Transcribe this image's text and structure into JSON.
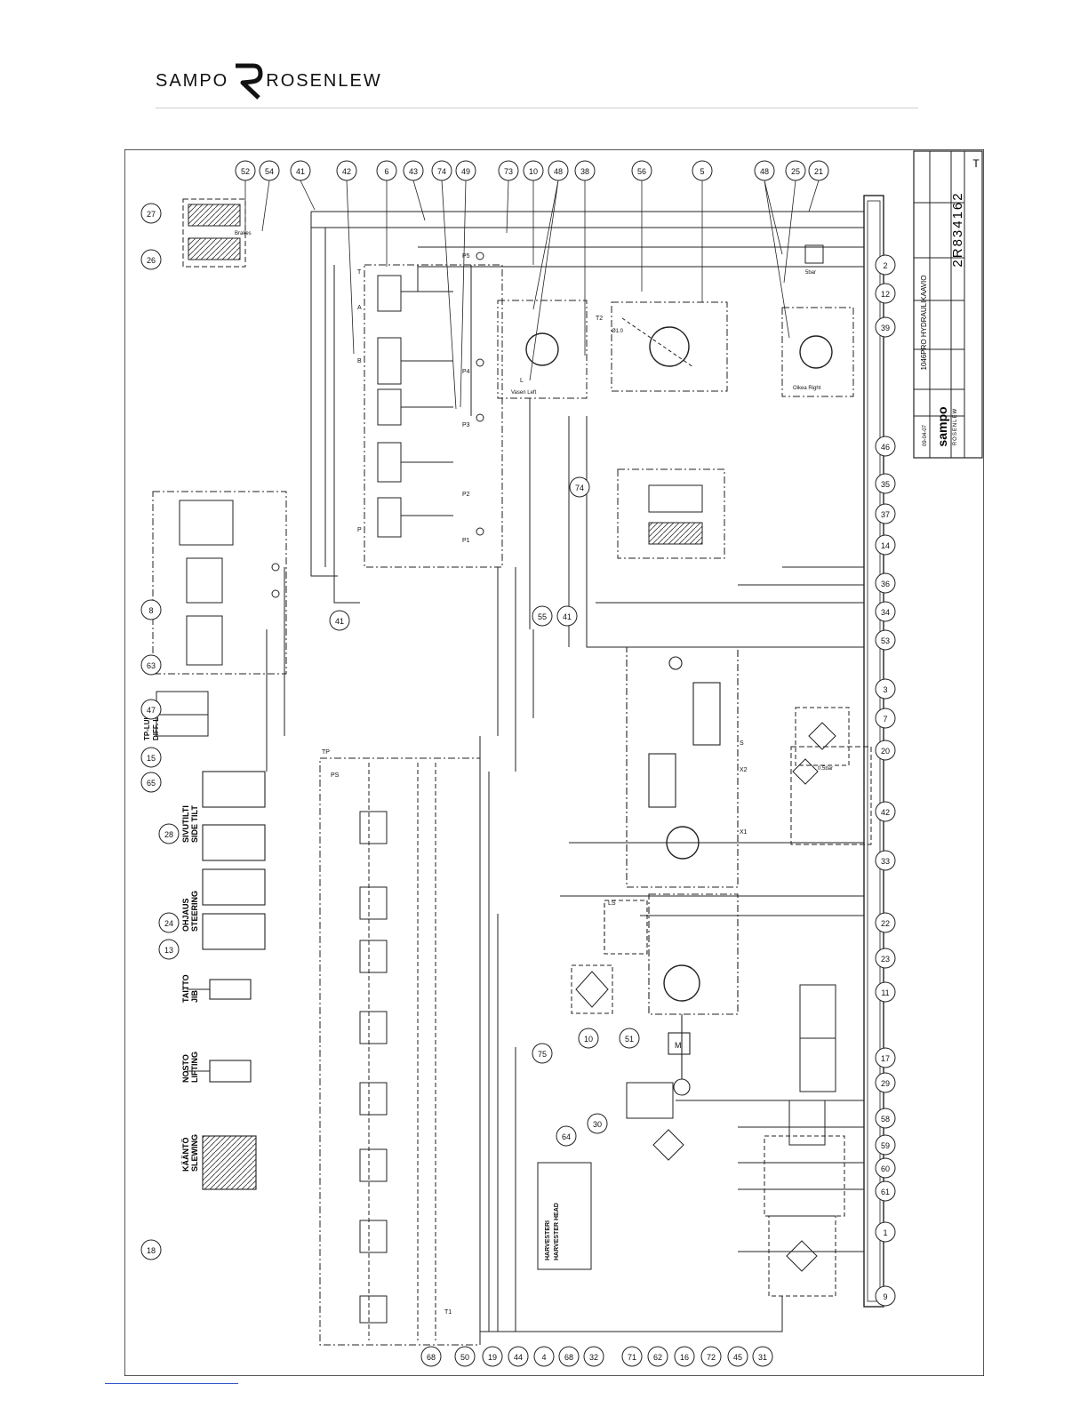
{
  "header": {
    "brand_left": "SAMPO",
    "brand_right": "ROSENLEW"
  },
  "title_block": {
    "drawing_number": "2R834162",
    "drawing_title": "1046PRO HYDRAULIKAAVIO",
    "sheet": "T",
    "company": "sampo",
    "company_sub": "ROSENLEW",
    "date": "09-04-07"
  },
  "components": {
    "cyl_27_label": "Brakes",
    "tp_lukko": "TP-LUKKO",
    "diff_lock": "DIFF. LOCK",
    "sivutilt": "SIVUTILTI",
    "side_tilt": "SIDE TILT",
    "ohjaus": "OHJAUS",
    "steering": "STEERING",
    "taitto": "TAITTO",
    "jib": "JIB",
    "nosto": "NOSTO",
    "lifting": "LIFTING",
    "kaanto": "KÄÄNTÖ",
    "slewing": "SLEWING",
    "harvester_fi": "HARVESTERI",
    "harvester_en": "HARVESTER HEAD",
    "motor_left": "Vasen Left",
    "motor_right": "Oikea Right",
    "pump_m": "M",
    "bar_5": "5bar",
    "bar_05": "0.5bar",
    "orifice": "Ø1.0"
  },
  "callouts": {
    "top": [
      "52",
      "54",
      "41",
      "42",
      "6",
      "43",
      "74",
      "49",
      "73",
      "10",
      "48",
      "38",
      "56",
      "5",
      "48",
      "25",
      "21"
    ],
    "left": [
      "27",
      "26",
      "8",
      "63",
      "47",
      "15",
      "65",
      "28",
      "24",
      "13",
      "18"
    ],
    "middle": [
      "41",
      "55",
      "41",
      "74",
      "10",
      "51",
      "75",
      "64",
      "30"
    ],
    "right": [
      "2",
      "12",
      "39",
      "46",
      "35",
      "37",
      "14",
      "36",
      "34",
      "53",
      "3",
      "7",
      "20",
      "42",
      "33",
      "22",
      "23",
      "11",
      "17",
      "29",
      "58",
      "59",
      "60",
      "61",
      "1",
      "9"
    ],
    "bottom": [
      "68",
      "50",
      "19",
      "44",
      "4",
      "68",
      "32",
      "71",
      "62",
      "16",
      "72",
      "45",
      "31"
    ]
  },
  "port_labels": [
    "A",
    "B",
    "P",
    "T",
    "L",
    "S",
    "LS",
    "P1",
    "P2",
    "P3",
    "P4",
    "P5",
    "X1",
    "X2",
    "T1",
    "T2",
    "TP",
    "PS"
  ]
}
